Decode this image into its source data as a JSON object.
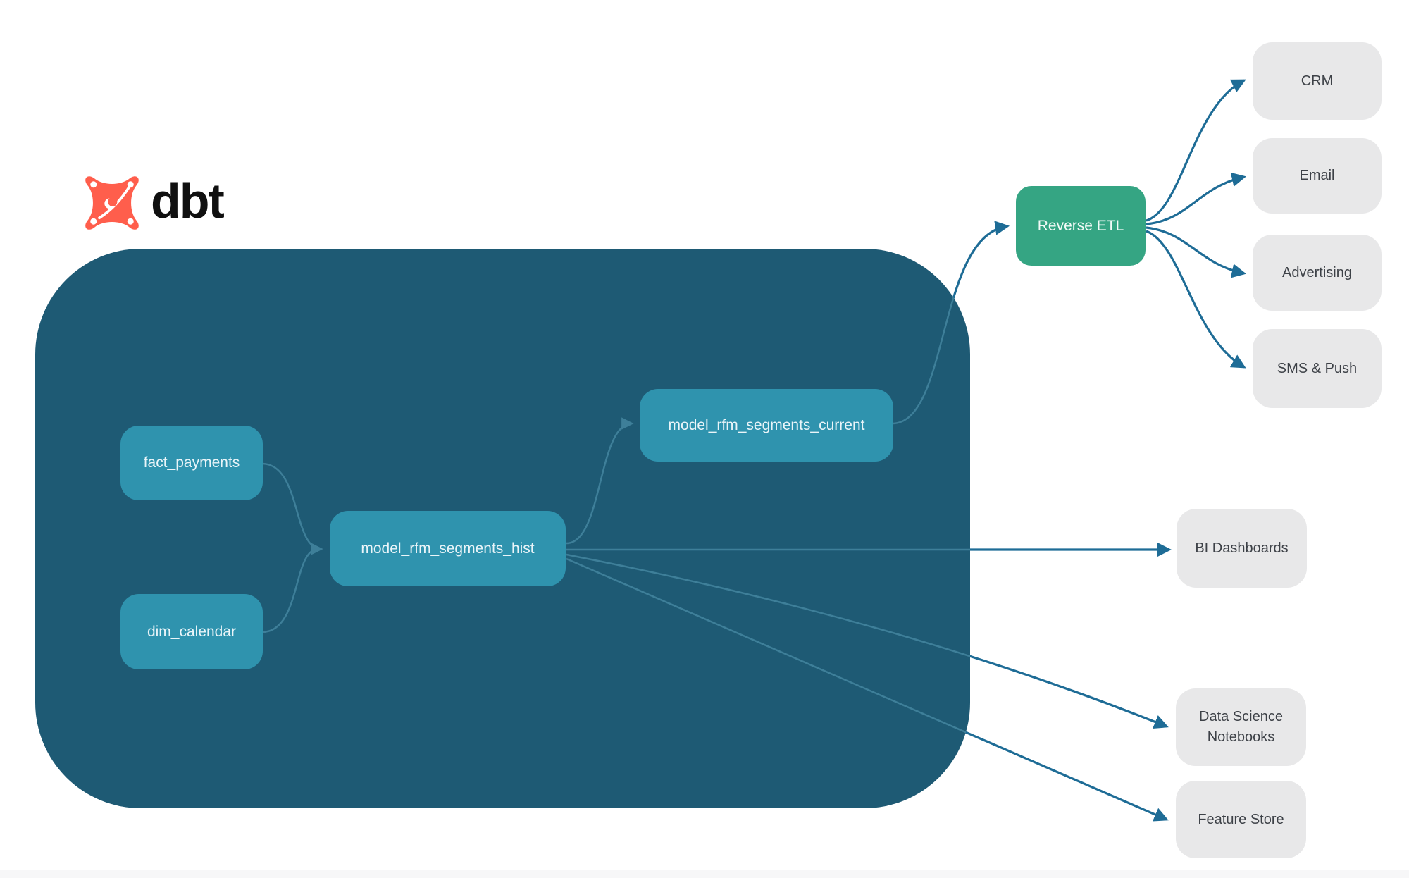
{
  "brand": {
    "name": "dbt"
  },
  "nodes": {
    "fact_payments": {
      "label": "fact_payments"
    },
    "dim_calendar": {
      "label": "dim_calendar"
    },
    "model_rfm_segments_hist": {
      "label": "model_rfm_segments_hist"
    },
    "model_rfm_segments_current": {
      "label": "model_rfm_segments_current"
    },
    "reverse_etl": {
      "label": "Reverse ETL"
    },
    "crm": {
      "label": "CRM"
    },
    "email": {
      "label": "Email"
    },
    "advertising": {
      "label": "Advertising"
    },
    "sms_push": {
      "label": "SMS & Push"
    },
    "bi_dashboards": {
      "label": "BI Dashboards"
    },
    "data_science_notebooks": {
      "label": "Data Science Notebooks"
    },
    "feature_store": {
      "label": "Feature Store"
    }
  },
  "colors": {
    "warehouse_container": "#1E5A74",
    "model_node_fill": "#2F93AE",
    "reverse_etl_fill": "#35A583",
    "destination_fill": "#E8E8E9",
    "edge_inside_container": "#3E7F99",
    "edge_outside_container": "#1E6C96",
    "logo_orange": "#FF5E4C",
    "logo_text": "#101010"
  }
}
